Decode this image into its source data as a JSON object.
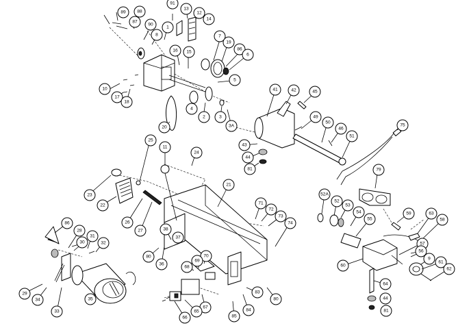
{
  "diagram": {
    "type": "exploded-parts-view",
    "part_labels": [
      {
        "id": "p89",
        "text": "89"
      },
      {
        "id": "p88",
        "text": "88"
      },
      {
        "id": "p87",
        "text": "87"
      },
      {
        "id": "p91",
        "text": "91"
      },
      {
        "id": "p13",
        "text": "13"
      },
      {
        "id": "p12",
        "text": "12"
      },
      {
        "id": "p14",
        "text": "14"
      },
      {
        "id": "p90",
        "text": "90"
      },
      {
        "id": "p8",
        "text": "8"
      },
      {
        "id": "p1",
        "text": "1"
      },
      {
        "id": "p7",
        "text": "7"
      },
      {
        "id": "p19",
        "text": "19"
      },
      {
        "id": "p86a",
        "text": "86"
      },
      {
        "id": "p6",
        "text": "6"
      },
      {
        "id": "p16",
        "text": "16"
      },
      {
        "id": "p15",
        "text": "15"
      },
      {
        "id": "p5",
        "text": "5"
      },
      {
        "id": "p10",
        "text": "10"
      },
      {
        "id": "p17",
        "text": "17"
      },
      {
        "id": "p18",
        "text": "18"
      },
      {
        "id": "p4",
        "text": "4"
      },
      {
        "id": "p2",
        "text": "2"
      },
      {
        "id": "p3",
        "text": "3"
      },
      {
        "id": "p3a",
        "text": "3A"
      },
      {
        "id": "p20",
        "text": "20"
      },
      {
        "id": "p41",
        "text": "41"
      },
      {
        "id": "p42",
        "text": "42"
      },
      {
        "id": "p45",
        "text": "45"
      },
      {
        "id": "p49",
        "text": "49"
      },
      {
        "id": "p50",
        "text": "50"
      },
      {
        "id": "p46",
        "text": "46"
      },
      {
        "id": "p51",
        "text": "51"
      },
      {
        "id": "p43",
        "text": "43"
      },
      {
        "id": "p44a",
        "text": "44"
      },
      {
        "id": "p81a",
        "text": "81"
      },
      {
        "id": "p75",
        "text": "75"
      },
      {
        "id": "p25",
        "text": "25"
      },
      {
        "id": "p11",
        "text": "11"
      },
      {
        "id": "p24",
        "text": "24"
      },
      {
        "id": "p23",
        "text": "23"
      },
      {
        "id": "p22",
        "text": "22"
      },
      {
        "id": "p26",
        "text": "26"
      },
      {
        "id": "p27",
        "text": "27"
      },
      {
        "id": "p21",
        "text": "21"
      },
      {
        "id": "p79",
        "text": "79"
      },
      {
        "id": "p52a",
        "text": "52A"
      },
      {
        "id": "p52",
        "text": "52"
      },
      {
        "id": "p53",
        "text": "53"
      },
      {
        "id": "p54",
        "text": "54"
      },
      {
        "id": "p55",
        "text": "55"
      },
      {
        "id": "p71",
        "text": "71"
      },
      {
        "id": "p72",
        "text": "72"
      },
      {
        "id": "p73",
        "text": "73"
      },
      {
        "id": "p74",
        "text": "74"
      },
      {
        "id": "p59",
        "text": "59"
      },
      {
        "id": "p63",
        "text": "63"
      },
      {
        "id": "p58",
        "text": "58"
      },
      {
        "id": "p86b",
        "text": "86"
      },
      {
        "id": "p28",
        "text": "28"
      },
      {
        "id": "p30",
        "text": "30"
      },
      {
        "id": "p31",
        "text": "31"
      },
      {
        "id": "p32",
        "text": "32"
      },
      {
        "id": "p38",
        "text": "38"
      },
      {
        "id": "p37",
        "text": "37"
      },
      {
        "id": "p80a",
        "text": "80"
      },
      {
        "id": "p36",
        "text": "36"
      },
      {
        "id": "p70",
        "text": "70"
      },
      {
        "id": "p69",
        "text": "69"
      },
      {
        "id": "p68",
        "text": "68"
      },
      {
        "id": "p57",
        "text": "57"
      },
      {
        "id": "p56",
        "text": "56"
      },
      {
        "id": "p9",
        "text": "9"
      },
      {
        "id": "p61",
        "text": "61"
      },
      {
        "id": "p60",
        "text": "60"
      },
      {
        "id": "p62",
        "text": "62"
      },
      {
        "id": "p29",
        "text": "29"
      },
      {
        "id": "p34",
        "text": "34"
      },
      {
        "id": "p33",
        "text": "33"
      },
      {
        "id": "p35",
        "text": "35"
      },
      {
        "id": "p67",
        "text": "67"
      },
      {
        "id": "p65",
        "text": "65"
      },
      {
        "id": "p66",
        "text": "66"
      },
      {
        "id": "p85",
        "text": "85"
      },
      {
        "id": "p84",
        "text": "84"
      },
      {
        "id": "p83",
        "text": "83"
      },
      {
        "id": "p80b",
        "text": "80"
      },
      {
        "id": "p64",
        "text": "64"
      },
      {
        "id": "p44b",
        "text": "44"
      },
      {
        "id": "p81b",
        "text": "81"
      }
    ]
  }
}
